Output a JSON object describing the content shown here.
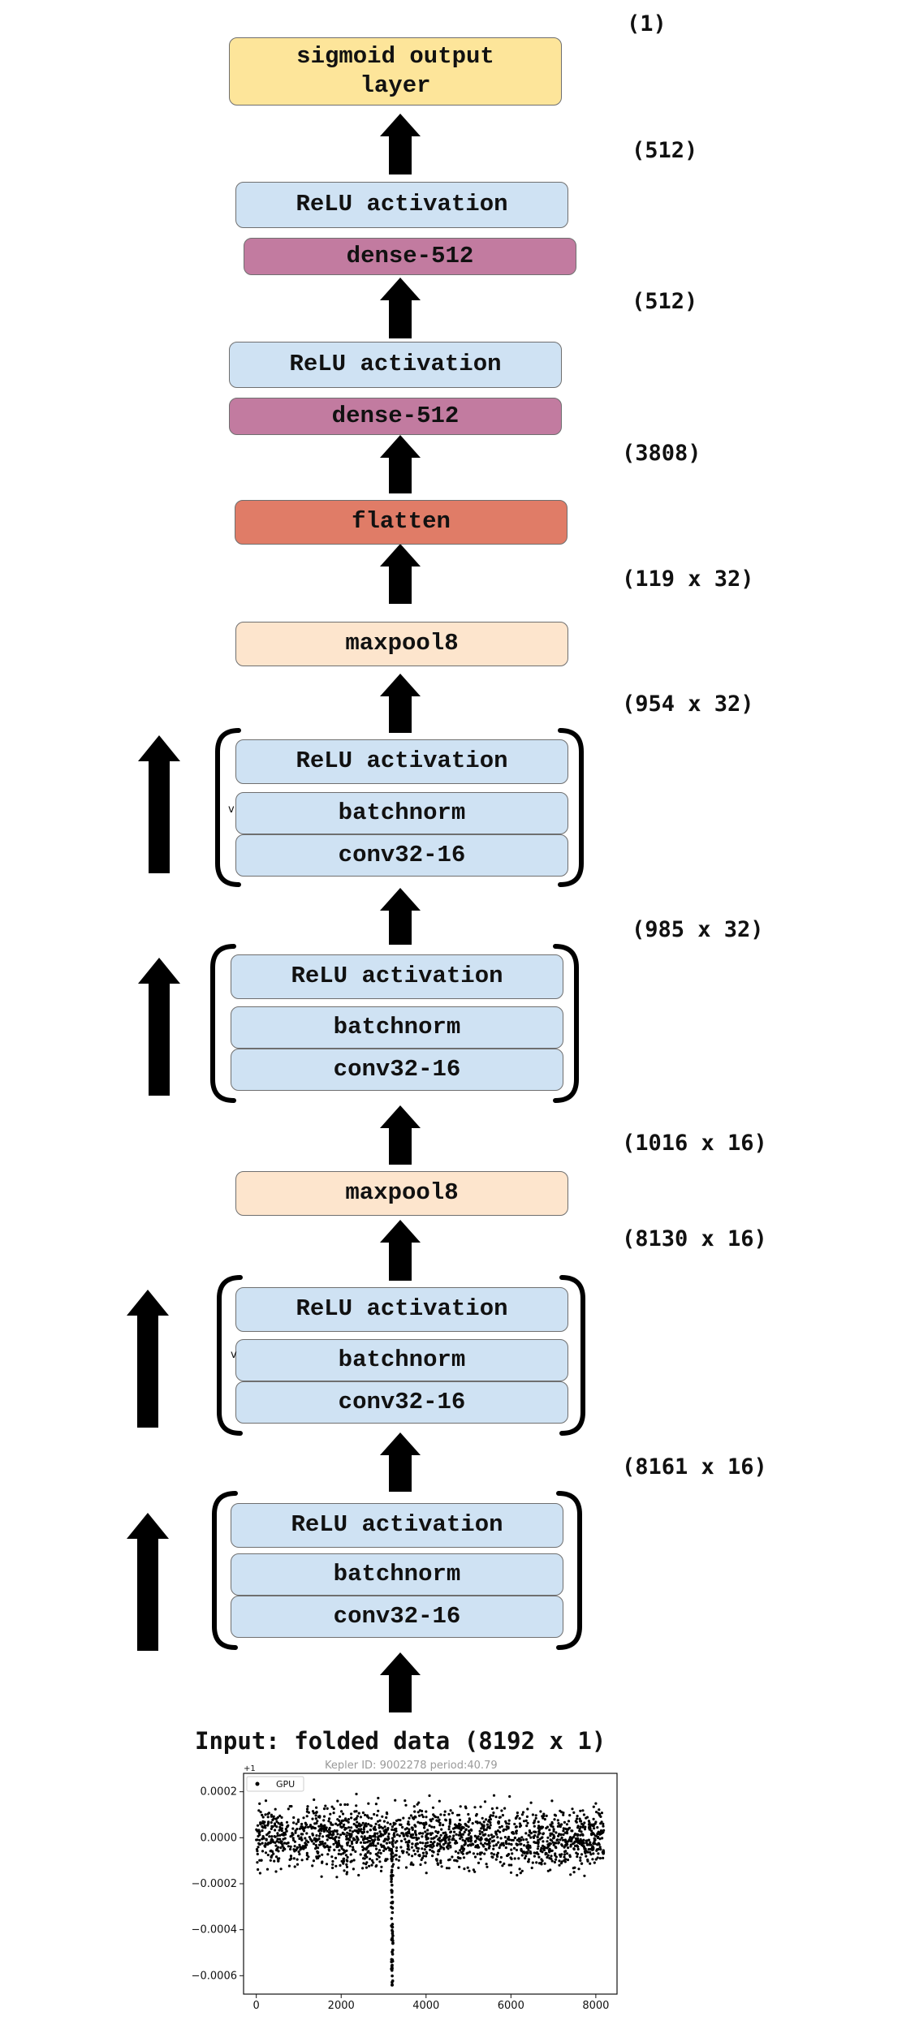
{
  "layers": {
    "output": "sigmoid output layer",
    "relu_a": "ReLU activation",
    "dense_a": "dense-512",
    "relu_b": "ReLU activation",
    "dense_b": "dense-512",
    "flatten": "flatten",
    "maxpool_a": "maxpool8",
    "block1": {
      "relu": "ReLU activation",
      "bn": "batchnorm",
      "conv": "conv32-16"
    },
    "block2": {
      "relu": "ReLU activation",
      "bn": "batchnorm",
      "conv": "conv32-16"
    },
    "maxpool_b": "maxpool8",
    "block3": {
      "relu": "ReLU activation",
      "bn": "batchnorm",
      "conv": "conv32-16"
    },
    "block4": {
      "relu": "ReLU activation",
      "bn": "batchnorm",
      "conv": "conv32-16"
    }
  },
  "dims": {
    "d1": "(1)",
    "d2": "(512)",
    "d3": "(512)",
    "d4": "(3808)",
    "d5": "(119 x 32)",
    "d6": "(954 x 32)",
    "d7": "(985 x 32)",
    "d8": "(1016 x 16)",
    "d9": "(8130 x 16)",
    "d10": "(8161 x 16)"
  },
  "input_label": "Input: folded data (8192 x 1)",
  "side_mark": "v",
  "plot": {
    "title": "Kepler ID: 9002278 period:40.79",
    "offset_text": "+1",
    "legend": "GPU",
    "ylim": [
      -0.00068,
      0.00028
    ],
    "xlim": [
      -300,
      8500
    ],
    "y_ticks": [
      "0.0002",
      "0.0000",
      "−0.0002",
      "−0.0004",
      "−0.0006"
    ],
    "y_tick_values": [
      0.0002,
      0.0,
      -0.0002,
      -0.0004,
      -0.0006
    ],
    "x_ticks": [
      "0",
      "2000",
      "4000",
      "6000",
      "8000"
    ],
    "x_tick_values": [
      0,
      2000,
      4000,
      6000,
      8000
    ]
  },
  "chart_data": {
    "type": "scatter",
    "title": "Kepler ID: 9002278 period:40.79",
    "xlabel": "",
    "ylabel": "",
    "xlim": [
      -300,
      8500
    ],
    "ylim": [
      -0.00068,
      0.00028
    ],
    "series": [
      {
        "name": "GPU",
        "x_range": [
          0,
          8191
        ],
        "baseline_y": 0.0,
        "noise_y_range": [
          -0.0002,
          0.0002
        ],
        "dip": {
          "x": 3200,
          "min_y": -0.00064
        }
      }
    ],
    "grid": false,
    "legend_position": "upper-left"
  }
}
